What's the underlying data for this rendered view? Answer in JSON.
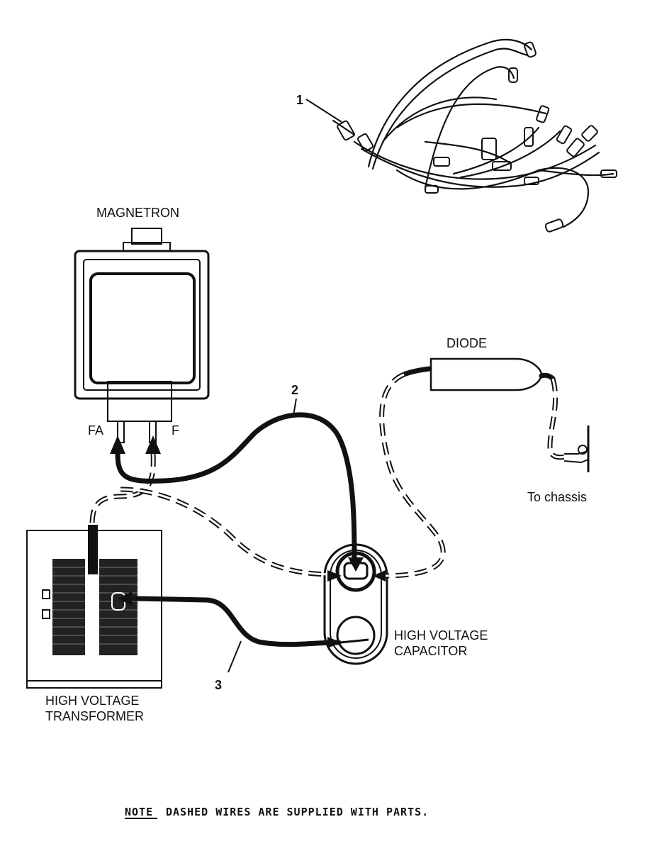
{
  "labels": {
    "magnetron": "MAGNETRON",
    "fa": "FA",
    "f": "F",
    "diode": "DIODE",
    "to_chassis": "To chassis",
    "hv_capacitor_line1": "HIGH VOLTAGE",
    "hv_capacitor_line2": "CAPACITOR",
    "hv_transformer_line1": "HIGH VOLTAGE",
    "hv_transformer_line2": "TRANSFORMER"
  },
  "callouts": {
    "harness": "1",
    "wire_magnetron_capacitor": "2",
    "wire_transformer_capacitor": "3"
  },
  "note": {
    "prefix": "NOTE",
    "text": "DASHED WIRES ARE SUPPLIED WITH PARTS."
  }
}
